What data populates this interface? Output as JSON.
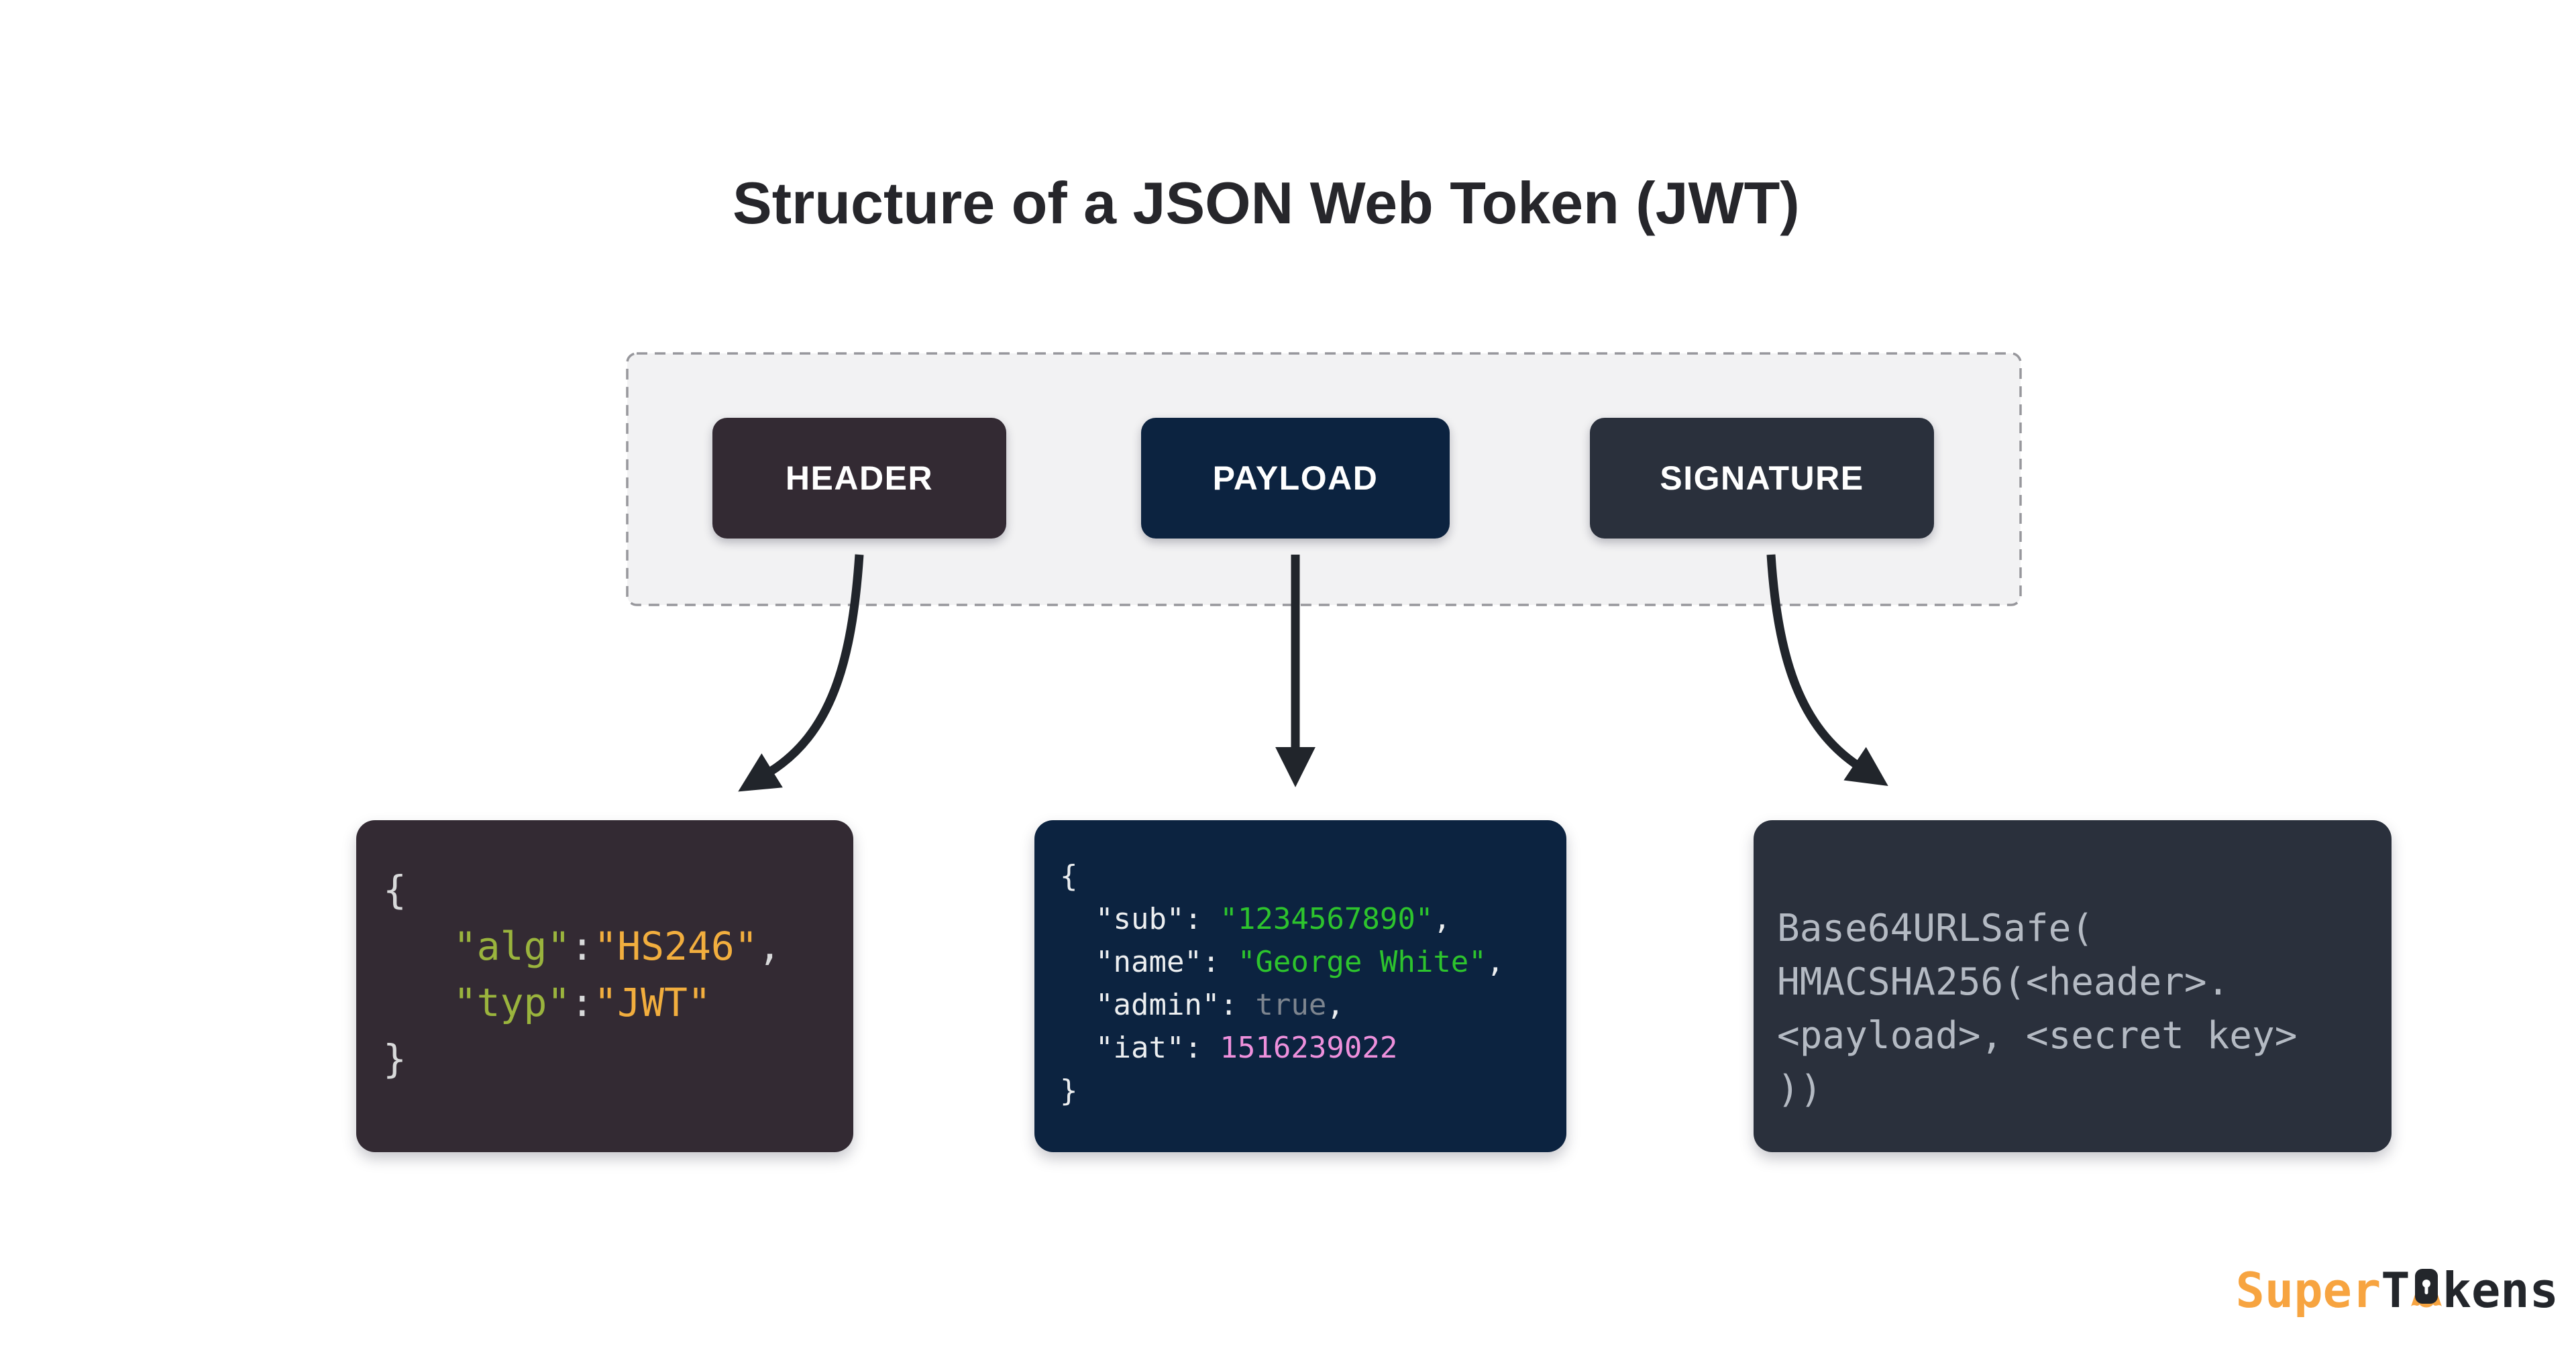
{
  "title": "Structure of a JSON Web Token (JWT)",
  "token_parts": [
    {
      "id": "header",
      "label": "HEADER"
    },
    {
      "id": "payload",
      "label": "PAYLOAD"
    },
    {
      "id": "signature",
      "label": "SIGNATURE"
    }
  ],
  "code_blocks": {
    "header": {
      "lines": [
        [
          [
            "{",
            "p"
          ]
        ],
        [
          [
            "   ",
            "p"
          ],
          [
            "\"alg\"",
            "k"
          ],
          [
            ":",
            "p"
          ],
          [
            "\"HS246\"",
            "s"
          ],
          [
            ",",
            "p"
          ]
        ],
        [
          [
            "   ",
            "p"
          ],
          [
            "\"typ\"",
            "k"
          ],
          [
            ":",
            "p"
          ],
          [
            "\"JWT\"",
            "s"
          ]
        ],
        [
          [
            "}",
            "p"
          ]
        ]
      ]
    },
    "payload": {
      "lines": [
        [
          [
            "{",
            "p"
          ]
        ],
        [
          [
            "  ",
            "p"
          ],
          [
            "\"sub\"",
            "k"
          ],
          [
            ": ",
            "p"
          ],
          [
            "\"1234567890\"",
            "s"
          ],
          [
            ",",
            "p"
          ]
        ],
        [
          [
            "  ",
            "p"
          ],
          [
            "\"name\"",
            "k"
          ],
          [
            ": ",
            "p"
          ],
          [
            "\"George White\"",
            "s"
          ],
          [
            ",",
            "p"
          ]
        ],
        [
          [
            "  ",
            "p"
          ],
          [
            "\"admin\"",
            "k"
          ],
          [
            ": ",
            "p"
          ],
          [
            "true",
            "b"
          ],
          [
            ",",
            "p"
          ]
        ],
        [
          [
            "  ",
            "p"
          ],
          [
            "\"iat\"",
            "k"
          ],
          [
            ": ",
            "p"
          ],
          [
            "1516239022",
            "n"
          ]
        ],
        [
          [
            "}",
            "p"
          ]
        ]
      ]
    },
    "signature": {
      "lines": [
        [
          [
            "Base64URLSafe(",
            "p"
          ]
        ],
        [
          [
            "HMACSHA256(<header>.",
            "p"
          ]
        ],
        [
          [
            "<payload>, <secret key>",
            "p"
          ]
        ],
        [
          [
            "))",
            "p"
          ]
        ]
      ]
    }
  },
  "logo": {
    "prefix": "Super",
    "mid": "T",
    "suffix": "kens",
    "lock_icon": "padlock-with-orange-shield"
  },
  "colors": {
    "background": "#ffffff",
    "title_text": "#26262b",
    "dashed_box_fill": "#f2f2f3",
    "dashed_box_border": "#97979c",
    "arrow": "#21252b",
    "header_bg": "#332a33",
    "payload_bg": "#0c2340",
    "signature_bg": "#2a303c",
    "header_key_green": "#9ab43d",
    "header_value_orange": "#f2ae3e",
    "code_punct_light": "#d8d9da",
    "payload_string_green": "#2dc42d",
    "payload_bool_gray": "#7d858f",
    "payload_number_pink": "#ee90dc",
    "signature_text_gray": "#b4bac3",
    "logo_orange": "#f7a440",
    "logo_dark": "#23262b"
  }
}
